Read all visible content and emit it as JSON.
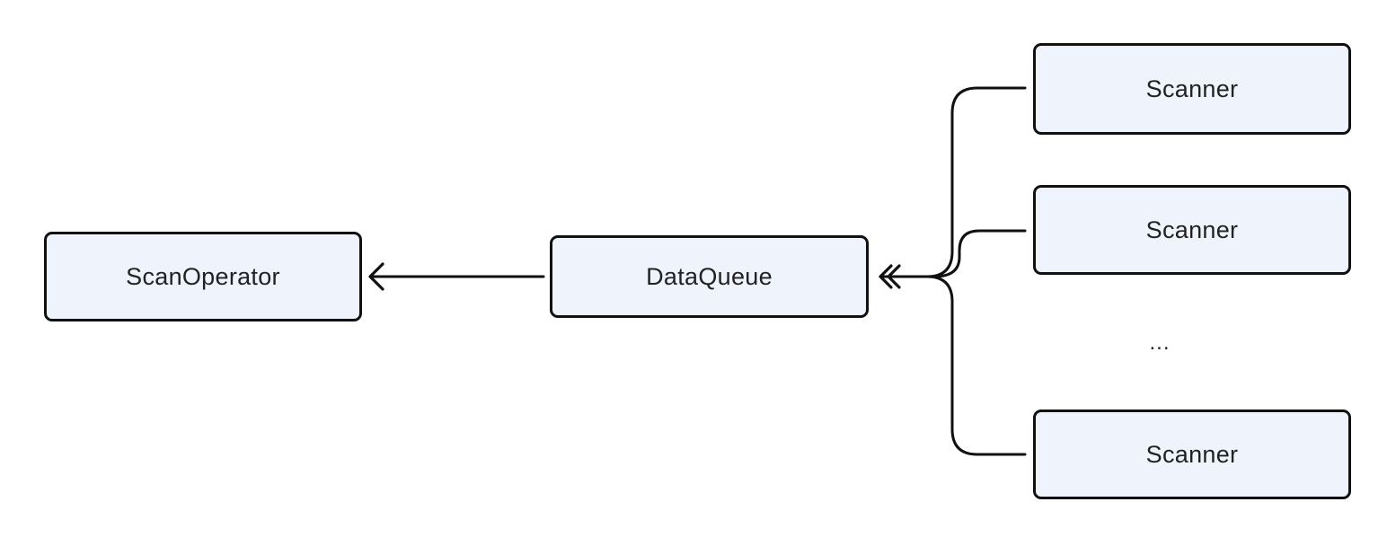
{
  "diagram": {
    "nodes": {
      "scan_operator": {
        "label": "ScanOperator"
      },
      "data_queue": {
        "label": "DataQueue"
      },
      "scanners": [
        {
          "label": "Scanner"
        },
        {
          "label": "Scanner"
        },
        {
          "label": "Scanner"
        }
      ],
      "ellipsis": "..."
    },
    "edges": [
      {
        "from": "data_queue",
        "to": "scan_operator",
        "arrow": "open"
      },
      {
        "from": "scanners",
        "to": "data_queue",
        "arrow": "double-open",
        "style": "bracket-merge"
      }
    ],
    "colors": {
      "node_fill": "#eef3fc",
      "stroke": "#111111",
      "text": "#222222"
    }
  }
}
